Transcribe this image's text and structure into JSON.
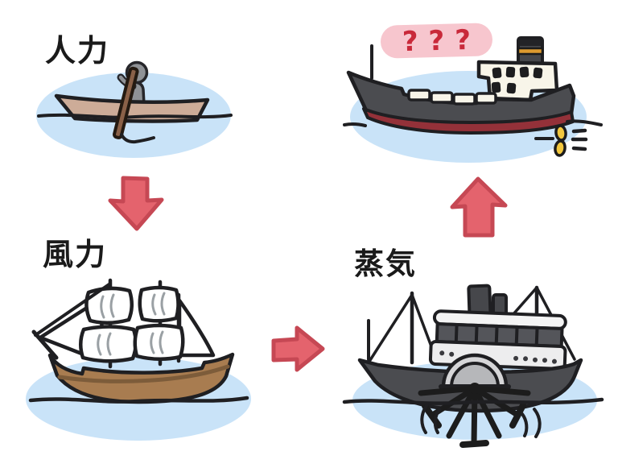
{
  "figure": {
    "type": "illustrated-diagram",
    "topic": "evolution of ship propulsion",
    "stages": [
      {
        "label": "人力",
        "illustration": "rowboat-with-rower"
      },
      {
        "label": "風力",
        "illustration": "sailing-ship"
      },
      {
        "label": "蒸気",
        "illustration": "paddle-steamer"
      },
      {
        "label": "???",
        "illustration": "modern-cargo-ship"
      }
    ],
    "arrows": [
      {
        "from": "人力",
        "to": "風力",
        "direction": "down"
      },
      {
        "from": "風力",
        "to": "蒸気",
        "direction": "right"
      },
      {
        "from": "蒸気",
        "to": "???",
        "direction": "up"
      }
    ],
    "colors": {
      "background": "#ffffff",
      "water": "#c9e3f8",
      "outline": "#1f1f22",
      "arrow_fill": "#e4636d",
      "arrow_stroke": "#c64854",
      "question_bubble": "#f7c6ce",
      "question_text": "#c9293a",
      "label_text": "#1a1a1a",
      "rowboat_hull": "#cdac98",
      "oar": "#8a6148",
      "rower": "#8f9296",
      "sailship_hull": "#a87c50",
      "sails": "#ffffff",
      "steamer_hull": "#4b4c50",
      "steamer_deck": "#ededee",
      "cargo_hull": "#4b4c50",
      "cargo_keel": "#943139",
      "cargo_superstructure": "#f8f5e9",
      "funnel_stripe": "#dd9a2f",
      "propeller": "#f2c73e"
    }
  }
}
